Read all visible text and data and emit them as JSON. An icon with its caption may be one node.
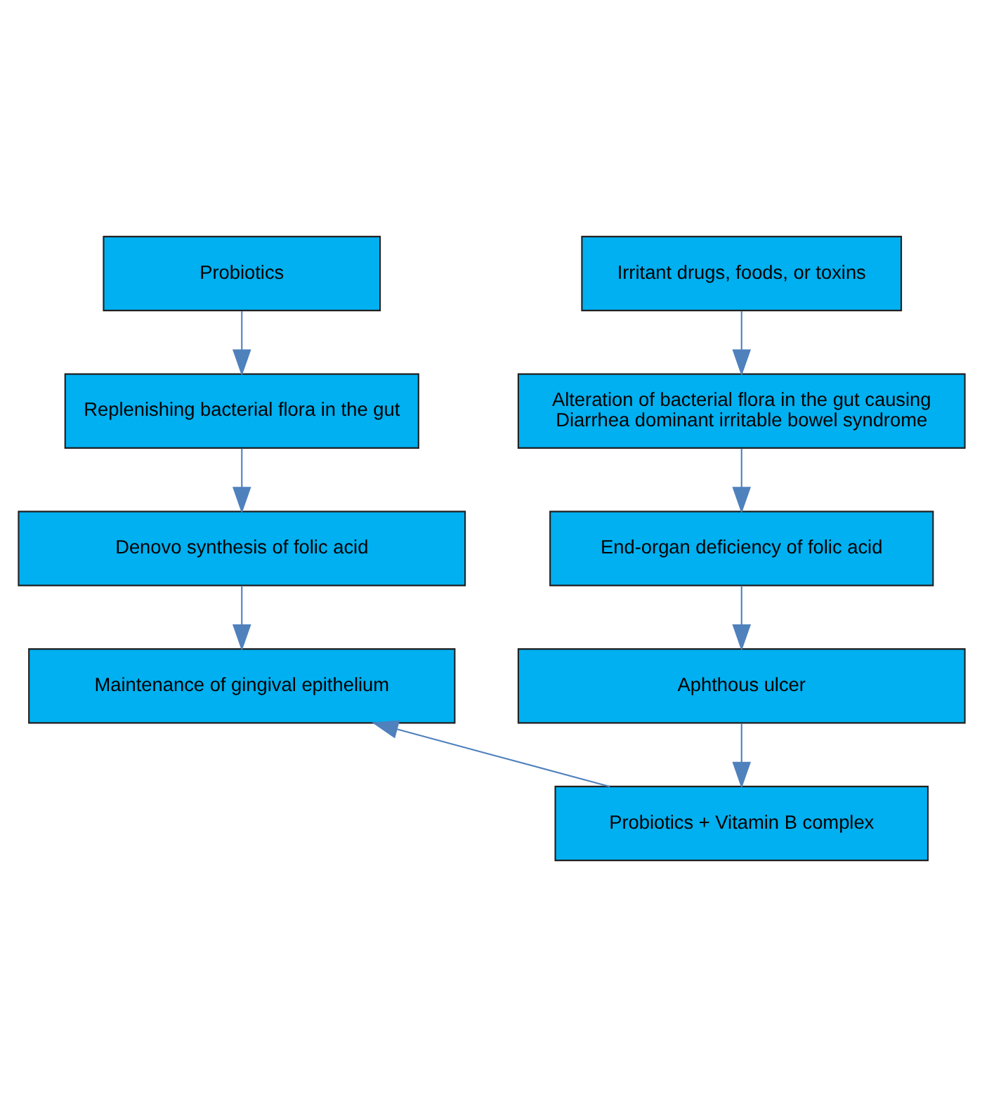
{
  "diagram": {
    "nodes": [
      {
        "text": [
          "Probiotics"
        ]
      },
      {
        "text": [
          "Irritant drugs, foods, or toxins"
        ]
      },
      {
        "text": [
          "Replenishing bacterial flora in the gut"
        ]
      },
      {
        "text": [
          "Alteration of bacterial flora in the gut causing Diarrhea dominant irritable bowel syndrome"
        ]
      },
      {
        "text": [
          "Denovo synthesis of folic acid"
        ]
      },
      {
        "text": [
          "End-organ deficiency of folic acid"
        ]
      },
      {
        "text": [
          "Maintenance of gingival epithelium"
        ]
      },
      {
        "text": [
          "Aphthous ulcer"
        ]
      },
      {
        "text": [
          "Probiotics + Vitamin B complex"
        ]
      }
    ],
    "edges": [
      {
        "from": 0,
        "to": 2,
        "arrow": "to"
      },
      {
        "from": 2,
        "to": 4,
        "arrow": "to"
      },
      {
        "from": 4,
        "to": 6,
        "arrow": "to"
      },
      {
        "from": 1,
        "to": 3,
        "arrow": "to"
      },
      {
        "from": 3,
        "to": 5,
        "arrow": "to"
      },
      {
        "from": 5,
        "to": 7,
        "arrow": "to"
      },
      {
        "from": 7,
        "to": 8,
        "arrow": "to"
      },
      {
        "from": 8,
        "to": 6,
        "arrow": "to"
      }
    ]
  }
}
